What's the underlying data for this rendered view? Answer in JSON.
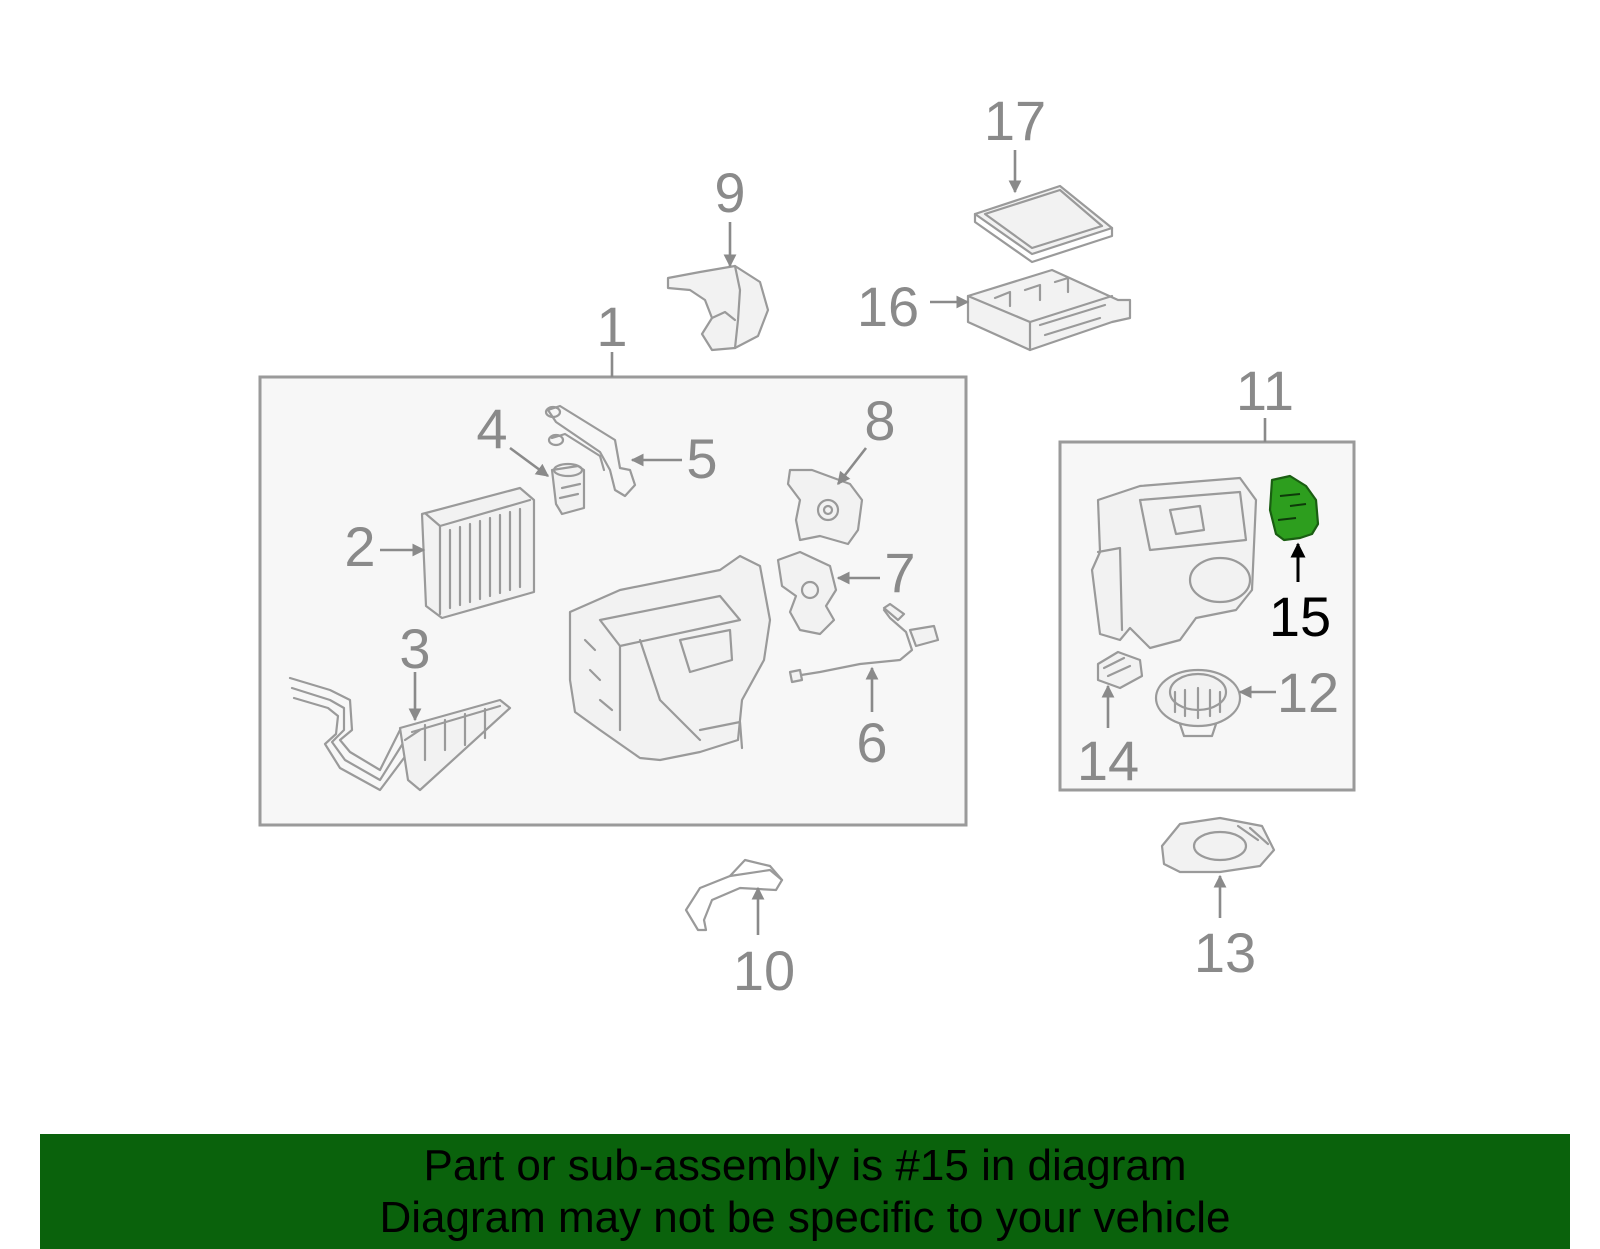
{
  "diagram": {
    "callouts": [
      "1",
      "2",
      "3",
      "4",
      "5",
      "6",
      "7",
      "8",
      "9",
      "10",
      "11",
      "12",
      "13",
      "14",
      "15",
      "16",
      "17"
    ],
    "highlighted_callout": "15"
  },
  "colors": {
    "banner_background": "#0a620c",
    "highlight_part": "#2d9e1e",
    "part_stroke": "#9a9a9a",
    "label_gray": "#8a8a8a"
  },
  "banner": {
    "line1": "Part or sub-assembly is #15 in diagram",
    "line2": "Diagram may not be specific to your vehicle"
  }
}
